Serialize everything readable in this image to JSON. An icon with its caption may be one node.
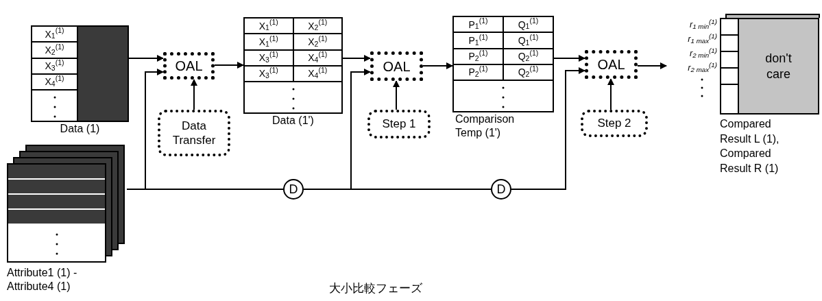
{
  "diagram": {
    "caption": "大小比較フェーズ",
    "nodes": [
      {
        "text": [
          "X$_{1}$$^{(1)}$",
          "X$_{2}$$^{(1)}$",
          "X$_{3}$$^{(1)}$",
          "X$_{4}$$^{(1)}$",
          "Data (1)"
        ]
      },
      {
        "text": [
          "Attribute1 (1) - Attribute4 (1)"
        ]
      },
      {
        "text": [
          "OAL"
        ]
      },
      {
        "text": [
          "Data Transfer"
        ]
      },
      {
        "text": [
          "X$_{1}$$^{(1)}$",
          "X$_{2}$$^{(1)}$",
          "X$_{1}$$^{(1)}$",
          "X$_{2}$$^{(1)}$",
          "X$_{3}$$^{(1)}$",
          "X$_{4}$$^{(1)}$",
          "X$_{3}$$^{(1)}$",
          "X$_{4}$$^{(1)}$",
          "Data (1')"
        ]
      },
      {
        "text": [
          "OAL"
        ]
      },
      {
        "text": [
          "Step 1"
        ]
      },
      {
        "text": [
          "P$_{1}$$^{(1)}$",
          "Q$_{1}$$^{(1)}$",
          "P$_{1}$$^{(1)}$",
          "Q$_{1}$$^{(1)}$",
          "P$_{2}$$^{(1)}$",
          "Q$_{2}$$^{(1)}$",
          "P$_{2}$$^{(1)}$",
          "Q$_{2}$$^{(1)}$",
          "Comparison Temp (1')"
        ]
      },
      {
        "text": [
          "OAL"
        ]
      },
      {
        "text": [
          "Step 2"
        ]
      },
      {
        "text": [
          "don't care",
          "Compared Result L (1), Compared Result R (1)"
        ],
        "beside": [
          "r$_{1 min}$$^{(1)}$",
          "r$_{1 max}$$^{(1)}$",
          "r$_{2 min}$$^{(1)}$",
          "r$_{2 max}$$^{(1)}$"
        ]
      },
      {
        "text": [
          "D"
        ]
      },
      {
        "text": [
          "D"
        ]
      }
    ],
    "edges": [
      {
        "from": 0,
        "to": 2,
        "arrow": "to"
      },
      {
        "from": 1,
        "to": 2,
        "arrow": "to"
      },
      {
        "from": 3,
        "to": 2,
        "arrow": "to"
      },
      {
        "from": 2,
        "to": 4,
        "arrow": "to"
      },
      {
        "from": 4,
        "to": 5,
        "arrow": "to"
      },
      {
        "from": 1,
        "to": 11,
        "arrow": "none"
      },
      {
        "from": 11,
        "to": 5,
        "arrow": "to"
      },
      {
        "from": 11,
        "to": 12,
        "arrow": "none"
      },
      {
        "from": 6,
        "to": 5,
        "arrow": "to"
      },
      {
        "from": 5,
        "to": 7,
        "arrow": "to"
      },
      {
        "from": 7,
        "to": 8,
        "arrow": "to"
      },
      {
        "from": 12,
        "to": 8,
        "arrow": "to"
      },
      {
        "from": 9,
        "to": 8,
        "arrow": "to"
      },
      {
        "from": 8,
        "to": 10,
        "arrow": "to"
      }
    ]
  }
}
